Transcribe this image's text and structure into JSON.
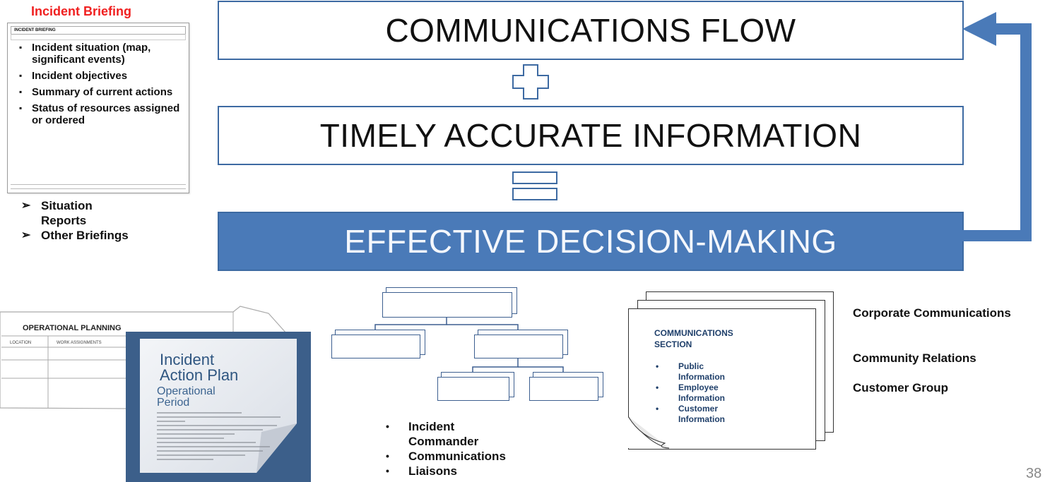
{
  "incident_briefing": {
    "title": "Incident Briefing",
    "form_header": "INCIDENT BRIEFING",
    "items": [
      "Incident situation (map, significant events)",
      "Incident objectives",
      "Summary of current actions",
      "Status of resources assigned or ordered"
    ]
  },
  "other_items": [
    "Situation Reports",
    "Other Briefings"
  ],
  "equation": {
    "line1": "COMMUNICATIONS FLOW",
    "line2": "TIMELY ACCURATE INFORMATION",
    "result": "EFFECTIVE DECISION-MAKING"
  },
  "operational_planning": {
    "title": "OPERATIONAL PLANNING",
    "col_location": "LOCATION",
    "col_work": "WORK ASSIGNMENTS"
  },
  "iap": {
    "title_line1": "Incident",
    "title_line2": "Action Plan",
    "sub_line1": "Operational",
    "sub_line2": "Period"
  },
  "roles": [
    "Incident Commander",
    "Communications",
    "Liaisons"
  ],
  "comm_section": {
    "title_line1": "COMMUNICATIONS",
    "title_line2": "SECTION",
    "items": [
      "Public Information",
      "Employee Information",
      "Customer Information"
    ]
  },
  "external": {
    "corporate": "Corporate Communications",
    "community": "Community Relations",
    "customer": "Customer Group"
  },
  "page_number": "38",
  "colors": {
    "accent_blue": "#4a7ab8",
    "title_red": "#f02020",
    "iap_blue": "#3c5f8a"
  }
}
